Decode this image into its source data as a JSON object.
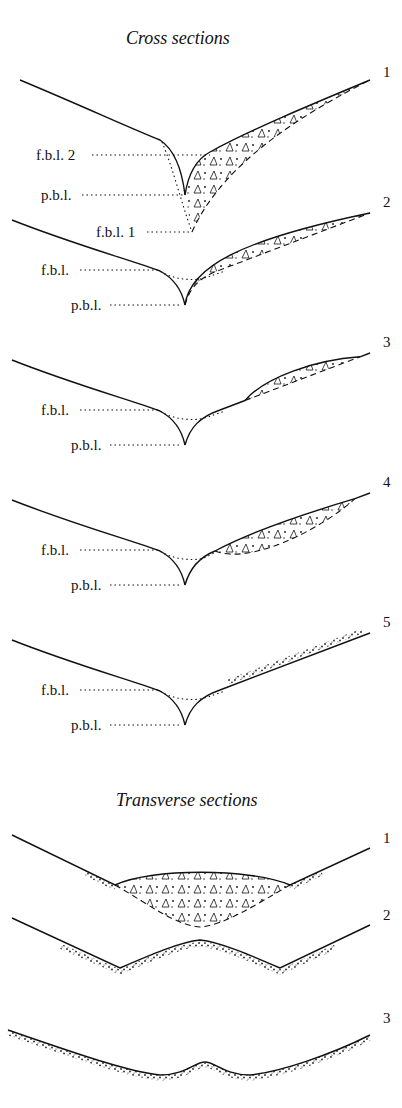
{
  "diagram": {
    "labels": [
      "Cross sections",
      "1",
      "f.b.l. 2",
      "p.b.l.",
      "f.b.l. 1",
      "2",
      "f.b.l.",
      "p.b.l.",
      "3",
      "f.b.l.",
      "p.b.l.",
      "4",
      "f.b.l.",
      "p.b.l.",
      "5",
      "f.b.l.",
      "p.b.l.",
      "Transverse sections",
      "1",
      "2",
      "3"
    ]
  }
}
